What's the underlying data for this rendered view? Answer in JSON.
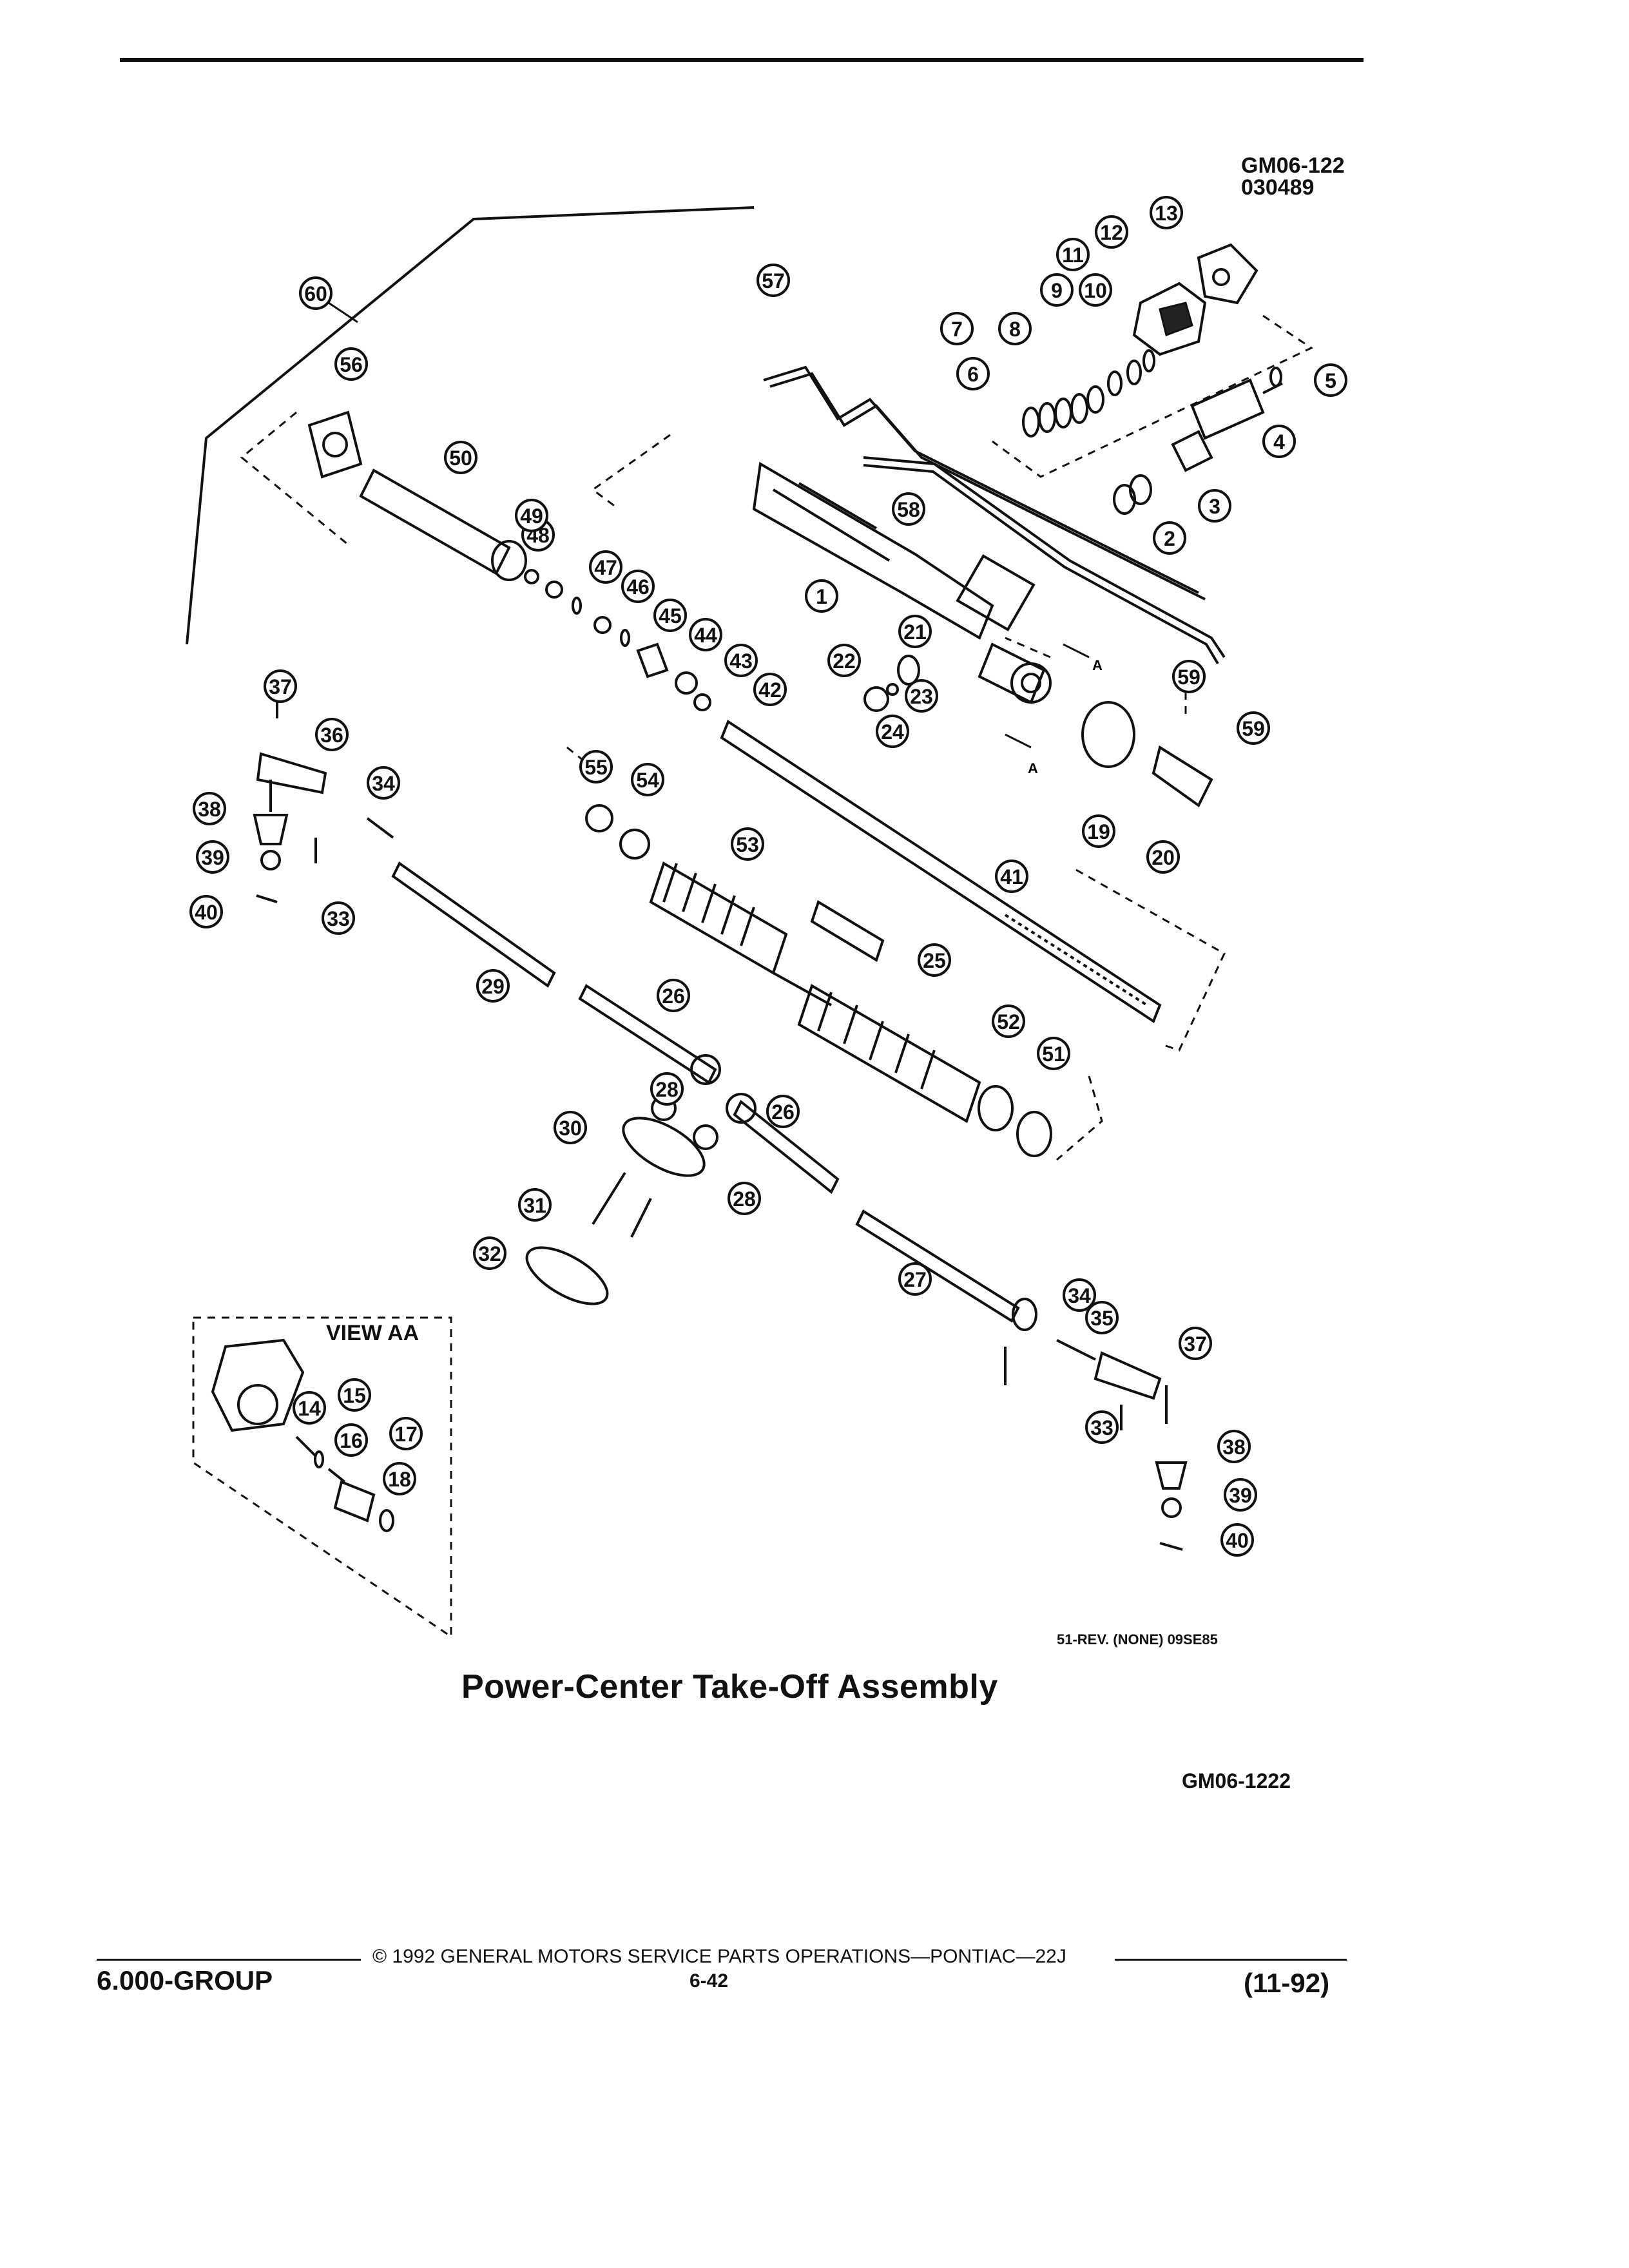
{
  "figure_id": [
    "GM06-122",
    "030489"
  ],
  "view_label": "VIEW AA",
  "revision_note": "51-REV. (NONE) 09SE85",
  "title": "Power-Center Take-Off Assembly",
  "image_code": "GM06-1222",
  "footer": {
    "group": "6.000-GROUP",
    "copyright": "© 1992 GENERAL MOTORS SERVICE PARTS OPERATIONS—PONTIAC—22J",
    "page": "6-42",
    "date": "(11-92)"
  },
  "section_markers": [
    "A",
    "A"
  ],
  "callouts": [
    {
      "n": "1"
    },
    {
      "n": "2"
    },
    {
      "n": "3"
    },
    {
      "n": "4"
    },
    {
      "n": "5"
    },
    {
      "n": "6"
    },
    {
      "n": "7"
    },
    {
      "n": "8"
    },
    {
      "n": "9"
    },
    {
      "n": "10"
    },
    {
      "n": "11"
    },
    {
      "n": "12"
    },
    {
      "n": "13"
    },
    {
      "n": "14"
    },
    {
      "n": "15"
    },
    {
      "n": "16"
    },
    {
      "n": "17"
    },
    {
      "n": "18"
    },
    {
      "n": "19"
    },
    {
      "n": "20"
    },
    {
      "n": "21"
    },
    {
      "n": "22"
    },
    {
      "n": "23"
    },
    {
      "n": "24"
    },
    {
      "n": "25"
    },
    {
      "n": "26"
    },
    {
      "n": "26"
    },
    {
      "n": "27"
    },
    {
      "n": "28"
    },
    {
      "n": "28"
    },
    {
      "n": "29"
    },
    {
      "n": "30"
    },
    {
      "n": "31"
    },
    {
      "n": "32"
    },
    {
      "n": "33"
    },
    {
      "n": "33"
    },
    {
      "n": "34"
    },
    {
      "n": "34"
    },
    {
      "n": "35"
    },
    {
      "n": "36"
    },
    {
      "n": "37"
    },
    {
      "n": "37"
    },
    {
      "n": "38"
    },
    {
      "n": "38"
    },
    {
      "n": "39"
    },
    {
      "n": "39"
    },
    {
      "n": "40"
    },
    {
      "n": "40"
    },
    {
      "n": "41"
    },
    {
      "n": "42"
    },
    {
      "n": "43"
    },
    {
      "n": "44"
    },
    {
      "n": "45"
    },
    {
      "n": "46"
    },
    {
      "n": "47"
    },
    {
      "n": "48"
    },
    {
      "n": "49"
    },
    {
      "n": "50"
    },
    {
      "n": "51"
    },
    {
      "n": "52"
    },
    {
      "n": "53"
    },
    {
      "n": "54"
    },
    {
      "n": "55"
    },
    {
      "n": "56"
    },
    {
      "n": "57"
    },
    {
      "n": "58"
    },
    {
      "n": "59"
    },
    {
      "n": "59"
    },
    {
      "n": "60"
    }
  ]
}
